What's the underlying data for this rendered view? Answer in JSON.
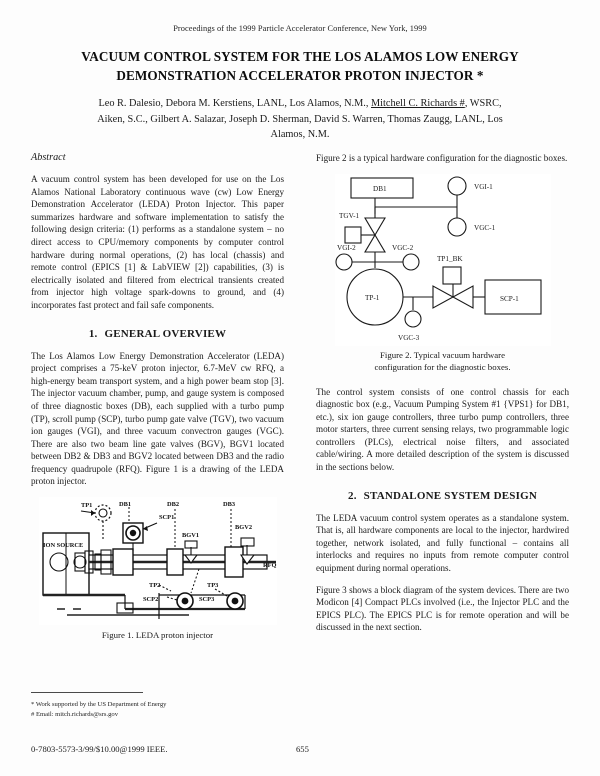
{
  "header": {
    "proceedings": "Proceedings of the 1999 Particle Accelerator Conference, New York, 1999",
    "title": "VACUUM CONTROL SYSTEM FOR THE LOS ALAMOS LOW ENERGY DEMONSTRATION ACCELERATOR PROTON INJECTOR *",
    "authors_line1_a": "Leo R. Dalesio, Debora M. Kerstiens, LANL, Los Alamos, N.M., ",
    "authors_line1_b": "Mitchell C. Richards #",
    "authors_line1_c": ", WSRC,",
    "authors_line2": "Aiken, S.C., Gilbert A. Salazar, Joseph D. Sherman, David S. Warren, Thomas Zaugg, LANL, Los",
    "authors_line3": "Alamos, N.M."
  },
  "left_column": {
    "abstract_label": "Abstract",
    "abstract_text": "A vacuum control system has been developed for use on the Los Alamos National Laboratory continuous wave (cw) Low Energy Demonstration Accelerator (LEDA) Proton Injector.  This paper summarizes hardware and software implementation to satisfy the following design criteria:  (1) performs as a standalone system – no direct access to CPU/memory components by computer control hardware during normal operations, (2) has local (chassis) and remote control (EPICS [1] & LabVIEW [2]) capabilities, (3) is electrically isolated and filtered from electrical transients created from injector high voltage spark-downs to ground, and (4) incorporates fast protect and fail safe components.",
    "section1_number": "1.",
    "section1_title": "GENERAL OVERVIEW",
    "section1_text": "The Los Alamos Low Energy Demonstration Accelerator (LEDA) project comprises a 75-keV proton injector, 6.7-MeV cw RFQ, a high-energy beam transport system, and a high power beam stop [3].   The injector vacuum chamber, pump, and gauge system is composed of three diagnostic boxes (DB), each supplied with a turbo pump (TP), scroll pump (SCP), turbo pump gate valve (TGV), two vacuum ion gauges (VGI), and three vacuum convectron gauges (VGC). There are also two beam line gate valves (BGV), BGV1 located between DB2 & DB3 and BGV2 located between DB3 and the radio frequency quadrupole (RFQ).  Figure 1 is a drawing of the LEDA proton injector.",
    "figure1_caption": "Figure 1.  LEDA proton injector",
    "figure1_labels": {
      "ion_source": "ION SOURCE",
      "tp1": "TP1",
      "db1": "DB1",
      "scp1": "SCP1",
      "db2": "DB2",
      "db3": "DB3",
      "bgv1": "BGV1",
      "bgv2": "BGV2",
      "rfq": "RFQ",
      "tp2": "TP2",
      "tp3": "TP3",
      "scp2": "SCP2",
      "scp3": "SCP3"
    }
  },
  "right_column": {
    "intro_text": "Figure 2 is a typical hardware configuration for the diagnostic boxes.",
    "figure2_caption_line1": "Figure 2.  Typical vacuum hardware",
    "figure2_caption_line2": "configuration for the diagnostic boxes.",
    "figure2_labels": {
      "db1": "DB1",
      "vgi1": "VGI-1",
      "vgc1": "VGC-1",
      "tgv1": "TGV-1",
      "vgi2": "VGI-2",
      "vgc2": "VGC-2",
      "tp1_bk": "TP1_BK",
      "tp1": "TP-1",
      "scp1": "SCP-1",
      "vgc3": "VGC-3"
    },
    "control_system_text": "The control system consists of one control chassis for each diagnostic box (e.g., Vacuum Pumping System #1 {VPS1} for DB1, etc.), six ion gauge controllers, three turbo pump controllers, three motor starters, three current sensing relays, two programmable logic controllers (PLCs), electrical noise filters, and associated cable/wiring. A more detailed description of the system is discussed in the sections below.",
    "section2_number": "2.",
    "section2_title": "STANDALONE SYSTEM DESIGN",
    "section2_text1": "The LEDA vacuum control system operates as a standalone system.  That is, all hardware components are local to the injector, hardwired together, network isolated, and fully functional – contains all interlocks and requires no inputs from remote computer control equipment during normal operations.",
    "section2_text2": "Figure 3 shows a block diagram of the system devices. There are two Modicon [4] Compact PLCs involved (i.e., the Injector PLC and the EPICS PLC).  The EPICS PLC is for remote operation and will be discussed in the next section."
  },
  "footnotes": {
    "line1": "* Work supported by the US Department of Energy",
    "line2": "# Email: mitch.richards@srs.gov"
  },
  "footer": {
    "isbn": "0-7803-5573-3/99/$10.00@1999 IEEE.",
    "page_number": "655"
  },
  "colors": {
    "ink": "#1a1a1a",
    "paper": "#fdfdfd",
    "rule": "#4a4a4a"
  }
}
